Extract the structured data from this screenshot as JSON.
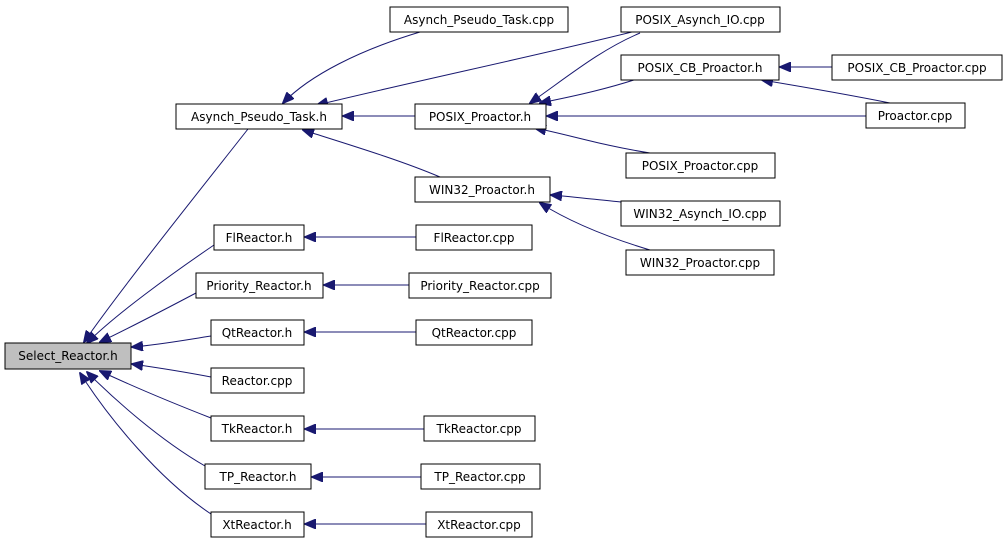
{
  "graph": {
    "colors": {
      "edge": "#191970",
      "node_fill": "#ffffff",
      "root_fill": "#bfbfbf",
      "border": "#000000"
    },
    "nodes": {
      "select_reactor_h": "Select_Reactor.h",
      "asynch_pseudo_task_h": "Asynch_Pseudo_Task.h",
      "asynch_pseudo_task_cpp": "Asynch_Pseudo_Task.cpp",
      "posix_asynch_io_cpp": "POSIX_Asynch_IO.cpp",
      "posix_proactor_h": "POSIX_Proactor.h",
      "posix_cb_proactor_h": "POSIX_CB_Proactor.h",
      "posix_cb_proactor_cpp": "POSIX_CB_Proactor.cpp",
      "proactor_cpp": "Proactor.cpp",
      "posix_proactor_cpp": "POSIX_Proactor.cpp",
      "win32_proactor_h": "WIN32_Proactor.h",
      "win32_asynch_io_cpp": "WIN32_Asynch_IO.cpp",
      "win32_proactor_cpp": "WIN32_Proactor.cpp",
      "flreactor_h": "FlReactor.h",
      "flreactor_cpp": "FlReactor.cpp",
      "priority_reactor_h": "Priority_Reactor.h",
      "priority_reactor_cpp": "Priority_Reactor.cpp",
      "qtreactor_h": "QtReactor.h",
      "qtreactor_cpp": "QtReactor.cpp",
      "reactor_cpp": "Reactor.cpp",
      "tkreactor_h": "TkReactor.h",
      "tkreactor_cpp": "TkReactor.cpp",
      "tp_reactor_h": "TP_Reactor.h",
      "tp_reactor_cpp": "TP_Reactor.cpp",
      "xtreactor_h": "XtReactor.h",
      "xtreactor_cpp": "XtReactor.cpp"
    }
  }
}
